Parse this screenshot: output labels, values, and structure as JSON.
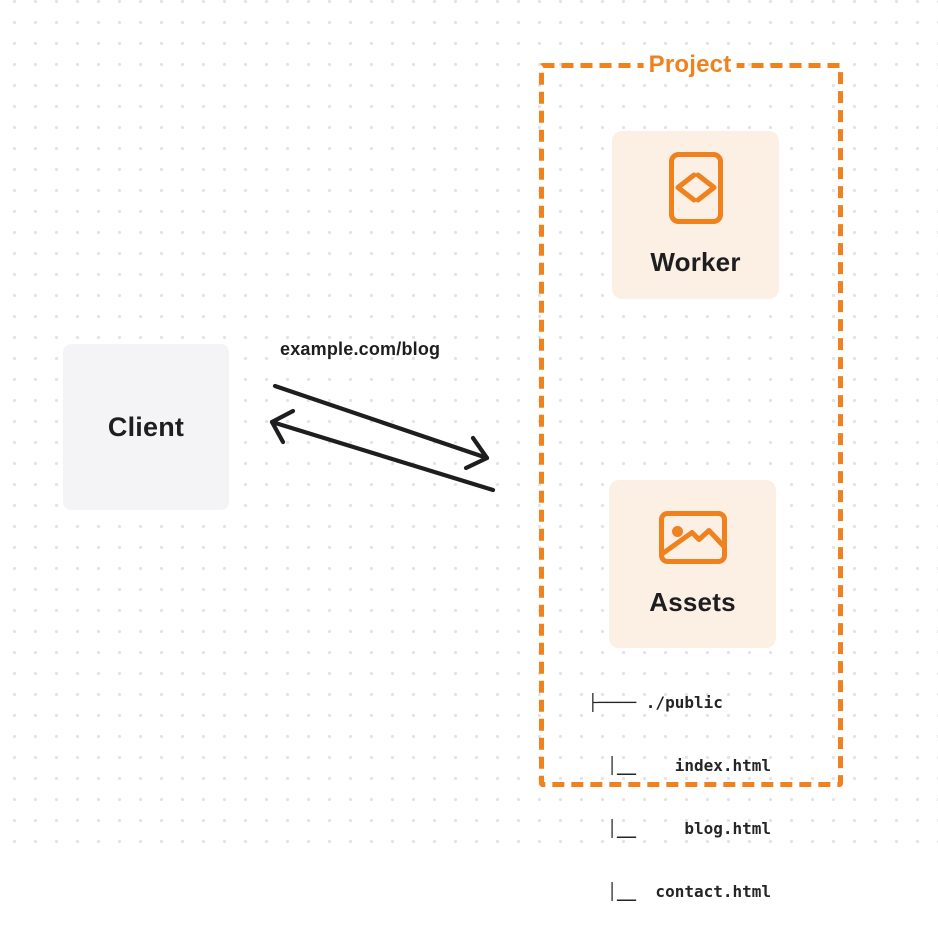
{
  "colors": {
    "orange": "#f0811f",
    "node_bg": "#fcf0e5",
    "client_bg": "#f4f4f6",
    "ink": "#1e1e20",
    "grid_dot": "#e3e3e5"
  },
  "client": {
    "label": "Client"
  },
  "request": {
    "label": "example.com/blog"
  },
  "project": {
    "title": "Project",
    "nodes": [
      {
        "label": "Worker",
        "icon": "code-file-icon"
      },
      {
        "label": "Assets",
        "icon": "image-icon"
      }
    ],
    "file_tree": {
      "root": "./public",
      "files": [
        "index.html",
        "blog.html",
        "contact.html"
      ],
      "lines": [
        "├──── ./public",
        "  │__    index.html",
        "  │__     blog.html",
        "  │__  contact.html"
      ]
    }
  }
}
